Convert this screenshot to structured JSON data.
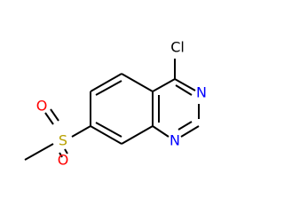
{
  "molecule": {
    "atoms": {
      "cl": {
        "label": "Cl",
        "color": "#000000"
      },
      "n3": {
        "label": "N",
        "color": "#0000ff"
      },
      "n1": {
        "label": "N",
        "color": "#0000ff"
      },
      "s": {
        "label": "S",
        "color": "#b8a000"
      },
      "o_top": {
        "label": "O",
        "color": "#ff0000"
      },
      "o_bottom": {
        "label": "O",
        "color": "#ff0000"
      }
    },
    "bond_color": "#000000"
  }
}
